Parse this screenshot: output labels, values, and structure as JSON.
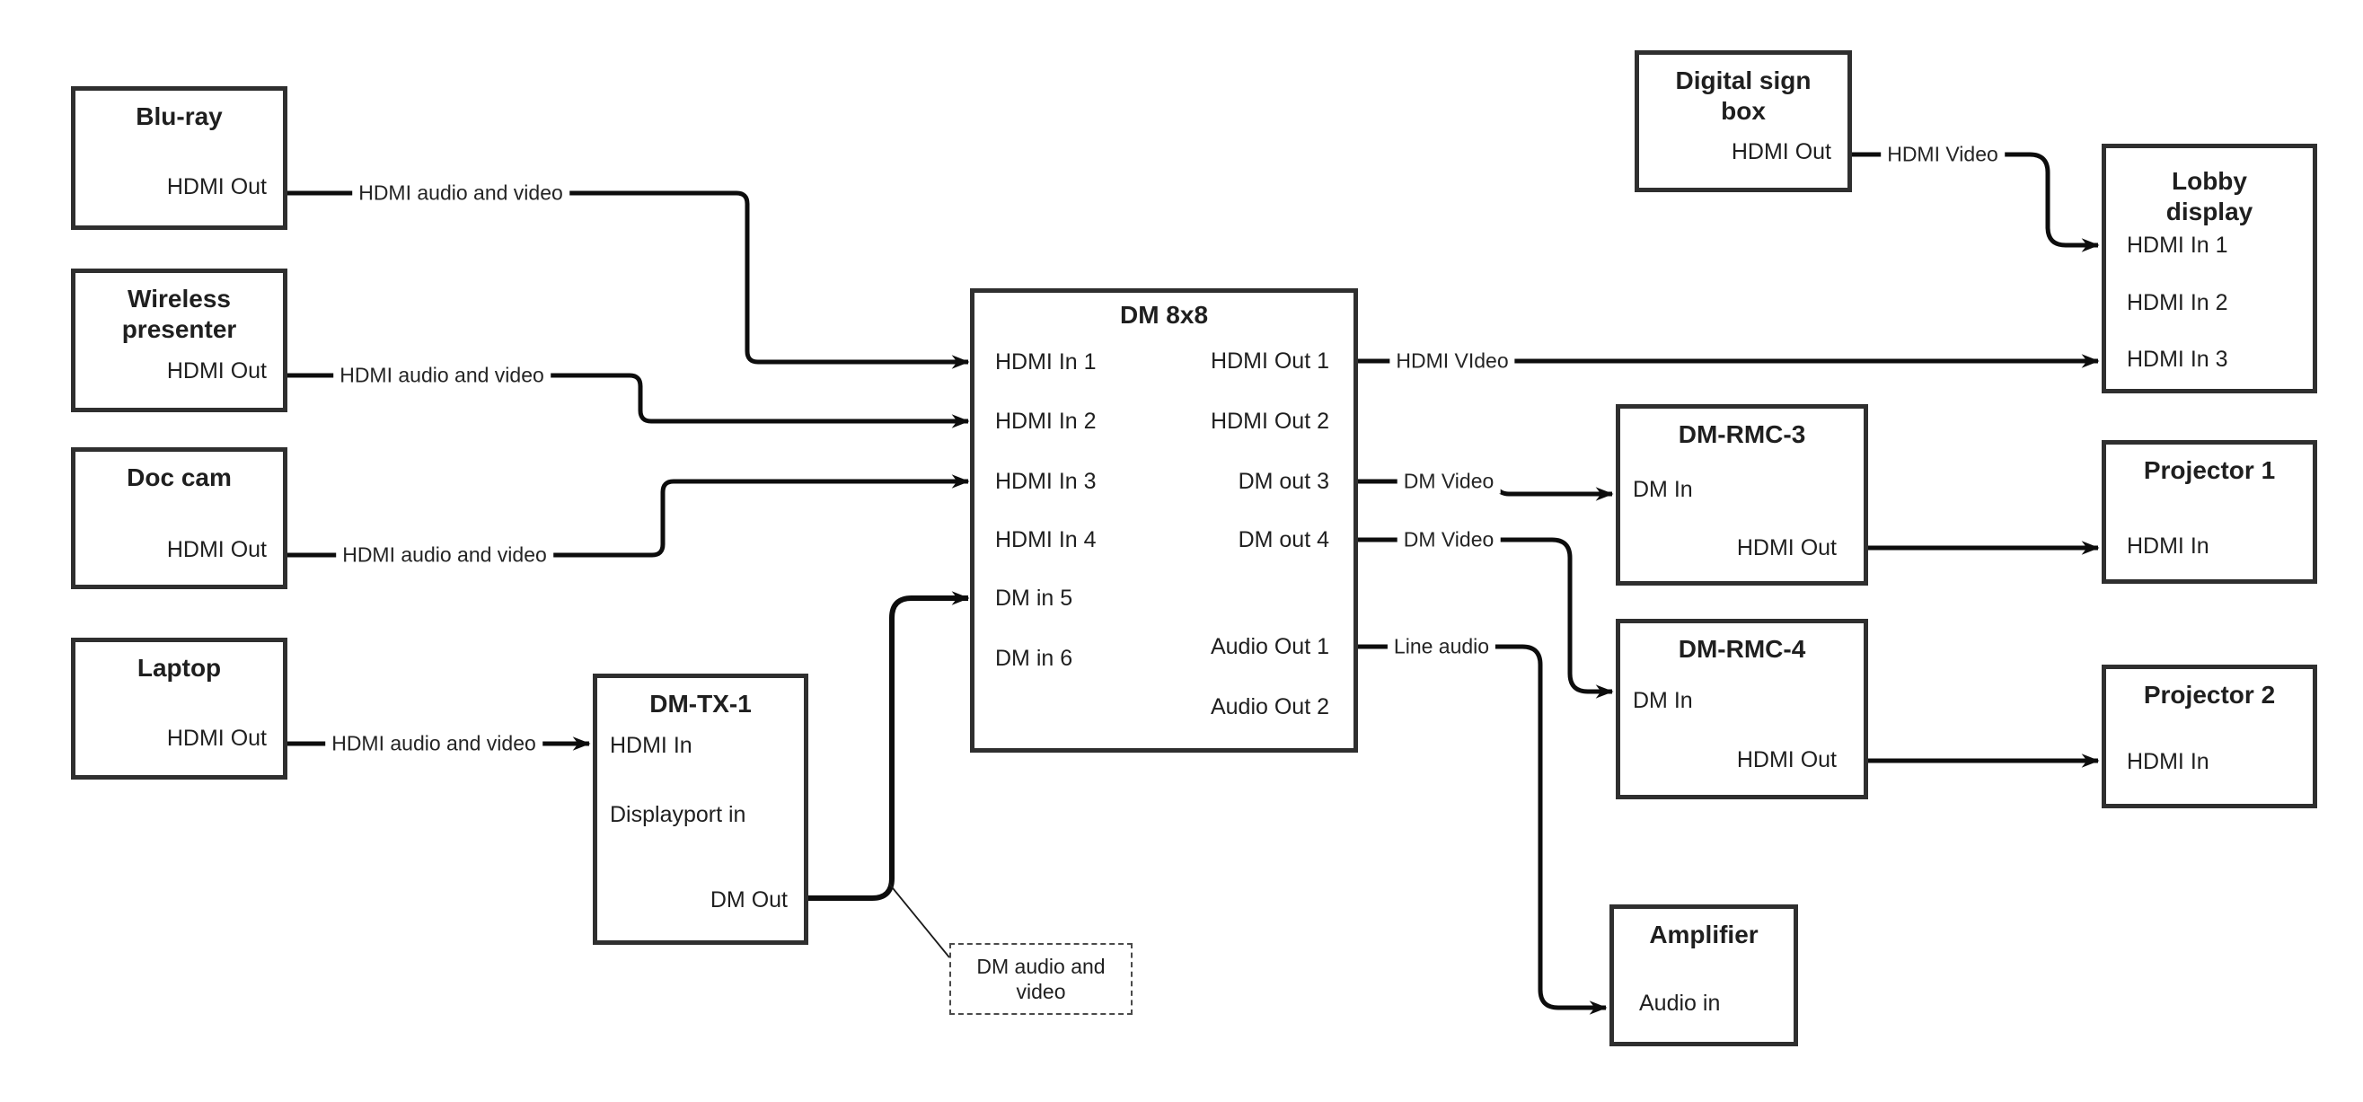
{
  "diagram": {
    "background": "#ffffff",
    "line_color": "#0d0d0d",
    "box_border_color": "#2f2f2f",
    "text_color": "#1f1f1f"
  },
  "nodes": {
    "bluray": {
      "title": "Blu-ray",
      "ports": {
        "hdmi_out": "HDMI Out"
      }
    },
    "wireless": {
      "title": "Wireless presenter",
      "ports": {
        "hdmi_out": "HDMI Out"
      }
    },
    "doccam": {
      "title": "Doc cam",
      "ports": {
        "hdmi_out": "HDMI Out"
      }
    },
    "laptop": {
      "title": "Laptop",
      "ports": {
        "hdmi_out": "HDMI Out"
      }
    },
    "dmtx1": {
      "title": "DM-TX-1",
      "ports": {
        "hdmi_in": "HDMI In",
        "displayport_in": "Displayport in",
        "dm_out": "DM Out"
      }
    },
    "dm8x8": {
      "title": "DM 8x8",
      "ports": {
        "in1": "HDMI In 1",
        "in2": "HDMI In 2",
        "in3": "HDMI In 3",
        "in4": "HDMI In 4",
        "in5": "DM in 5",
        "in6": "DM in 6",
        "out1": "HDMI Out 1",
        "out2": "HDMI Out 2",
        "out3": "DM out 3",
        "out4": "DM out 4",
        "audio_out1": "Audio Out 1",
        "audio_out2": "Audio Out 2"
      }
    },
    "digital_sign": {
      "title": "Digital sign box",
      "ports": {
        "hdmi_out": "HDMI Out"
      }
    },
    "lobby": {
      "title": "Lobby display",
      "ports": {
        "in1": "HDMI In 1",
        "in2": "HDMI In 2",
        "in3": "HDMI In 3"
      }
    },
    "dmrmc3": {
      "title": "DM-RMC-3",
      "ports": {
        "dm_in": "DM In",
        "hdmi_out": "HDMI Out"
      }
    },
    "dmrmc4": {
      "title": "DM-RMC-4",
      "ports": {
        "dm_in": "DM In",
        "hdmi_out": "HDMI Out"
      }
    },
    "projector1": {
      "title": "Projector 1",
      "ports": {
        "hdmi_in": "HDMI In"
      }
    },
    "projector2": {
      "title": "Projector 2",
      "ports": {
        "hdmi_in": "HDMI In"
      }
    },
    "amplifier": {
      "title": "Amplifier",
      "ports": {
        "audio_in": "Audio in"
      }
    }
  },
  "edges": {
    "bluray_to_dm8x8": {
      "label": "HDMI audio and video",
      "from": "Blu-ray HDMI Out",
      "to": "DM 8x8 HDMI In 1"
    },
    "wireless_to_dm8x8": {
      "label": "HDMI audio and video",
      "from": "Wireless presenter HDMI Out",
      "to": "DM 8x8 HDMI In 2"
    },
    "doccam_to_dm8x8": {
      "label": "HDMI audio and video",
      "from": "Doc cam HDMI Out",
      "to": "DM 8x8 HDMI In 3"
    },
    "laptop_to_dmtx1": {
      "label": "HDMI audio and video",
      "from": "Laptop HDMI Out",
      "to": "DM-TX-1 HDMI In"
    },
    "dmtx1_to_dm8x8": {
      "label": "",
      "from": "DM-TX-1 DM Out",
      "to": "DM 8x8 DM in 5"
    },
    "dm8x8_to_lobby": {
      "label": "HDMI VIdeo",
      "from": "DM 8x8 HDMI Out 1",
      "to": "Lobby display HDMI In 3"
    },
    "sign_to_lobby": {
      "label": "HDMI Video",
      "from": "Digital sign box HDMI Out",
      "to": "Lobby display HDMI In 1"
    },
    "dm8x8_to_dmrmc3": {
      "label": "DM Video",
      "from": "DM 8x8 DM out 3",
      "to": "DM-RMC-3 DM In"
    },
    "dm8x8_to_dmrmc4": {
      "label": "DM Video",
      "from": "DM 8x8 DM out 4",
      "to": "DM-RMC-4 DM In"
    },
    "dm8x8_to_amplifier": {
      "label": "Line audio",
      "from": "DM 8x8 Audio Out 1",
      "to": "Amplifier Audio in"
    },
    "dmrmc3_to_projector1": {
      "label": "",
      "from": "DM-RMC-3 HDMI Out",
      "to": "Projector 1 HDMI In"
    },
    "dmrmc4_to_projector2": {
      "label": "",
      "from": "DM-RMC-4 HDMI Out",
      "to": "Projector 2 HDMI In"
    }
  },
  "note": {
    "text": "DM audio and video",
    "attached_to": "DM-TX-1 DM Out connection"
  }
}
